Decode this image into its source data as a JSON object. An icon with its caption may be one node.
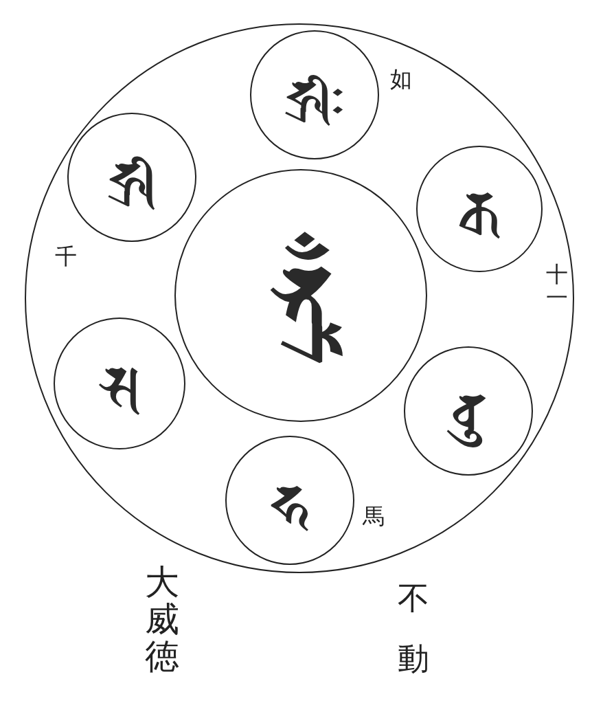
{
  "diagram": {
    "nodes": [
      {
        "text": [],
        "shape": "circle"
      },
      {
        "text": [
          "𑖮𑖿𑖨𑖱𑖾"
        ],
        "in": 0,
        "beside": [
          "如"
        ]
      },
      {
        "text": [
          "𑖮𑖿𑖨𑖱"
        ],
        "in": 0,
        "beside": [
          "千"
        ]
      },
      {
        "text": [
          "𑖎"
        ],
        "in": 0,
        "beside": [
          "十一"
        ]
      },
      {
        "text": [
          "𑖥𑖿𑖨𑖳𑖼"
        ],
        "in": 0
      },
      {
        "text": [
          "𑖭"
        ],
        "in": 0
      },
      {
        "text": [
          "𑖤𑖲"
        ],
        "in": 0
      },
      {
        "text": [
          "𑖮"
        ],
        "in": 0,
        "beside": [
          "馬"
        ]
      }
    ],
    "labels": [
      "大威徳",
      "不動"
    ]
  }
}
